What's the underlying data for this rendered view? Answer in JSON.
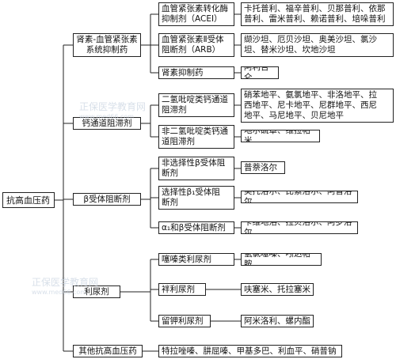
{
  "root": "抗高血压药",
  "categories": [
    {
      "label": "肾素-血管紧张素\n系统抑制药",
      "subs": [
        {
          "label": "血管紧张素转化酶\n抑制剂（ACEI）",
          "drugs": "卡托普利、福辛普利、贝那普利、依那\n普利、雷米普利、赖诺普利、培哚普利"
        },
        {
          "label": "血管紧张素Ⅱ受体\n阻断剂（ARB）",
          "drugs": "缬沙坦、厄贝沙坦、奥美沙坦、氯沙\n坦、替米沙坦、坎地沙坦"
        },
        {
          "label": "肾素抑制药",
          "drugs": "阿利吉仑"
        }
      ]
    },
    {
      "label": "钙通道阻滞剂",
      "subs": [
        {
          "label": "二氢吡啶类钙通道\n阻滞剂",
          "drugs": "硝苯地平、氨氯地平、非洛地平、拉\n西地平、尼卡地平、尼群地平、西尼\n地平、马尼地平、贝尼地平"
        },
        {
          "label": "非二氢吡啶类钙通\n道阻滞剂",
          "drugs": "地尔硫䓬、维拉帕米"
        }
      ]
    },
    {
      "label": "β受体阻断剂",
      "subs": [
        {
          "label": "非选择性β受体阻\n断剂",
          "drugs": "普萘洛尔"
        },
        {
          "label": "选择性β₁受体阻\n断剂",
          "drugs": "美托洛尔、比索洛尔、阿替洛尔"
        },
        {
          "label": "α₁和β受体阻断剂",
          "drugs": "卡维地洛、拉贝洛尔、阿罗洛尔"
        }
      ]
    },
    {
      "label": "利尿剂",
      "subs": [
        {
          "label": "噻嗪类利尿剂",
          "drugs": "氢氯噻嗪、吲达帕胺"
        },
        {
          "label": "袢利尿剂",
          "drugs": "呋塞米、托拉塞米"
        },
        {
          "label": "留钾利尿剂",
          "drugs": "阿米洛利、螺内酯"
        }
      ]
    },
    {
      "label": "其他抗高血压药",
      "subs": [],
      "drugs": "特拉唑嗪、肼屈嗪、甲基多巴、利血平、硝普钠"
    }
  ],
  "watermark": {
    "brand": "正保医学教育网",
    "site": "www.med66.com"
  }
}
